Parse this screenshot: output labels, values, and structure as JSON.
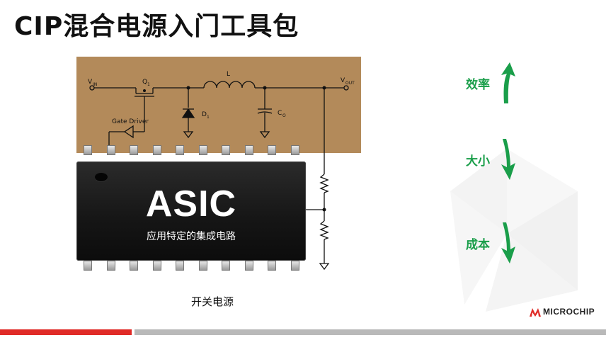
{
  "slide": {
    "title": "CIP混合电源入门工具包",
    "caption": "开关电源"
  },
  "circuit": {
    "vin": "V",
    "vin_sub": "IN",
    "q1": "Q",
    "q1_sub": "1",
    "inductor": "L",
    "vout": "V",
    "vout_sub": "OUT",
    "diode": "D",
    "diode_sub": "1",
    "capacitor": "C",
    "capacitor_sub": "O",
    "gate_driver": "Gate Driver"
  },
  "chip": {
    "name": "ASIC",
    "subtitle": "应用特定的集成电路"
  },
  "trends": [
    {
      "label": "效率",
      "direction": "up"
    },
    {
      "label": "大小",
      "direction": "down"
    },
    {
      "label": "成本",
      "direction": "down"
    }
  ],
  "brand": {
    "logo_text": "MICROCHIP",
    "colors": {
      "accent_red": "#e02b27",
      "trend_green": "#1a9e4a",
      "circuit_bg": "#b38a5a"
    }
  }
}
